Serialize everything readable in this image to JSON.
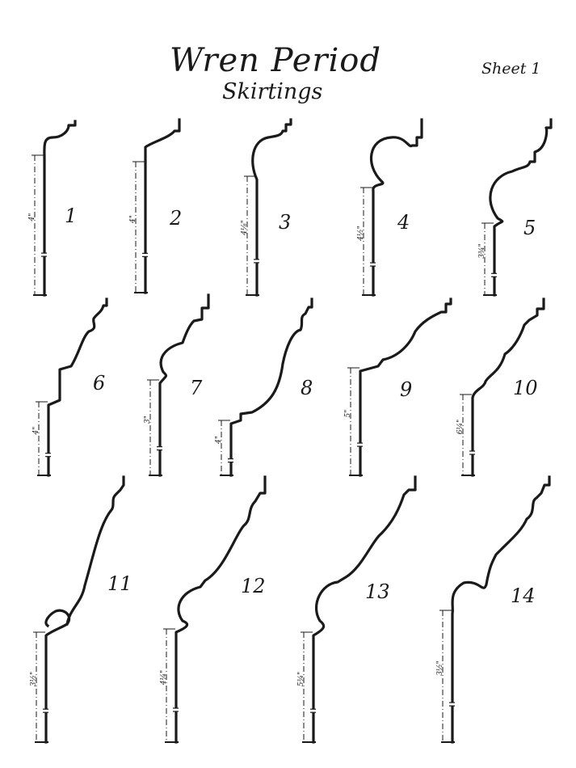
{
  "header": {
    "title": "Wren Period",
    "subtitle": "Skirtings",
    "sheet": "Sheet 1"
  },
  "profiles": [
    {
      "number": "1",
      "height": "4\""
    },
    {
      "number": "2",
      "height": "4\""
    },
    {
      "number": "3",
      "height": "4⅛\""
    },
    {
      "number": "4",
      "height": "4½\""
    },
    {
      "number": "5",
      "height": "3¾\""
    },
    {
      "number": "6",
      "height": "4\""
    },
    {
      "number": "7",
      "height": "3\""
    },
    {
      "number": "8",
      "height": "4\""
    },
    {
      "number": "9",
      "height": "5\""
    },
    {
      "number": "10",
      "height": "6¼\""
    },
    {
      "number": "11",
      "height": "3½\""
    },
    {
      "number": "12",
      "height": "4¼\""
    },
    {
      "number": "13",
      "height": "5¾\""
    },
    {
      "number": "14",
      "height": "3½\""
    }
  ],
  "colors": {
    "ink": "#1a1a1a",
    "paper": "#ffffff"
  }
}
